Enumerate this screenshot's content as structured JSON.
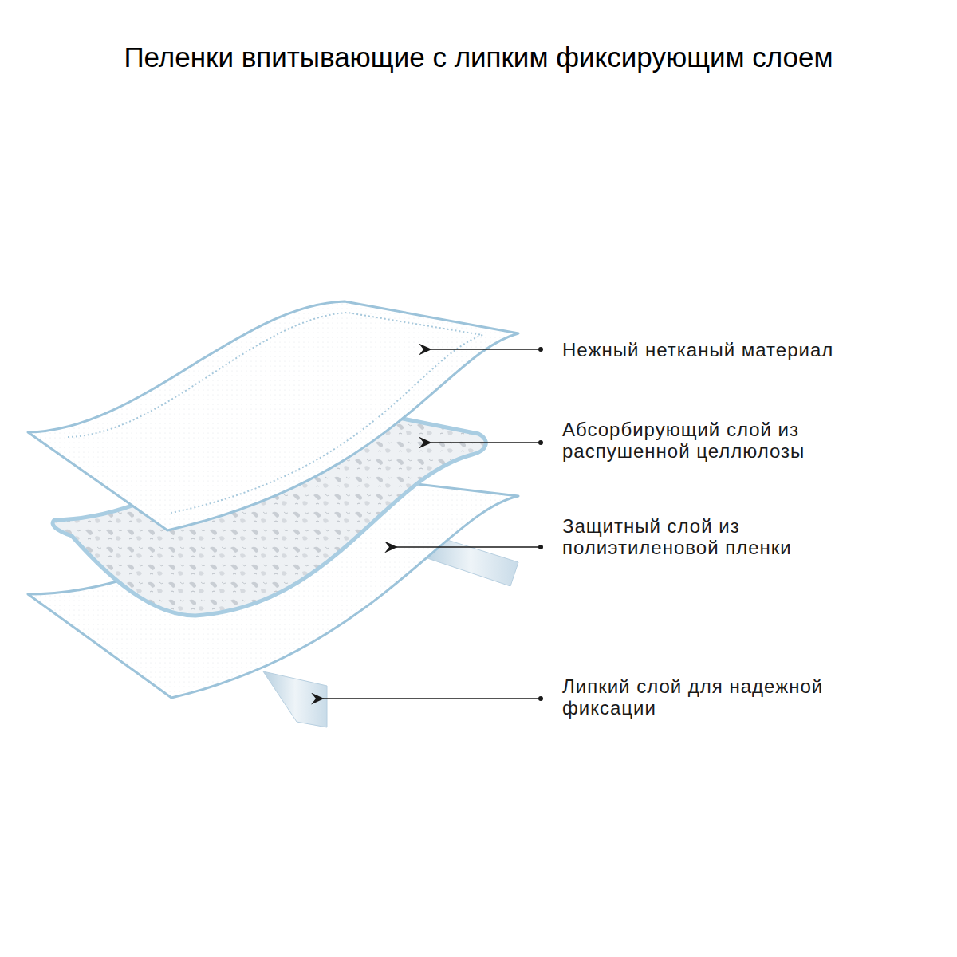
{
  "diagram": {
    "title": "Пеленки впитывающие с липким фиксирующим слоем",
    "labels": [
      "Нежный нетканый материал",
      "Абсорбирующий слой из распушенной целлюлозы",
      "Защитный слой из полиэтиленовой пленки",
      "Липкий слой для надежной фиксации"
    ]
  }
}
